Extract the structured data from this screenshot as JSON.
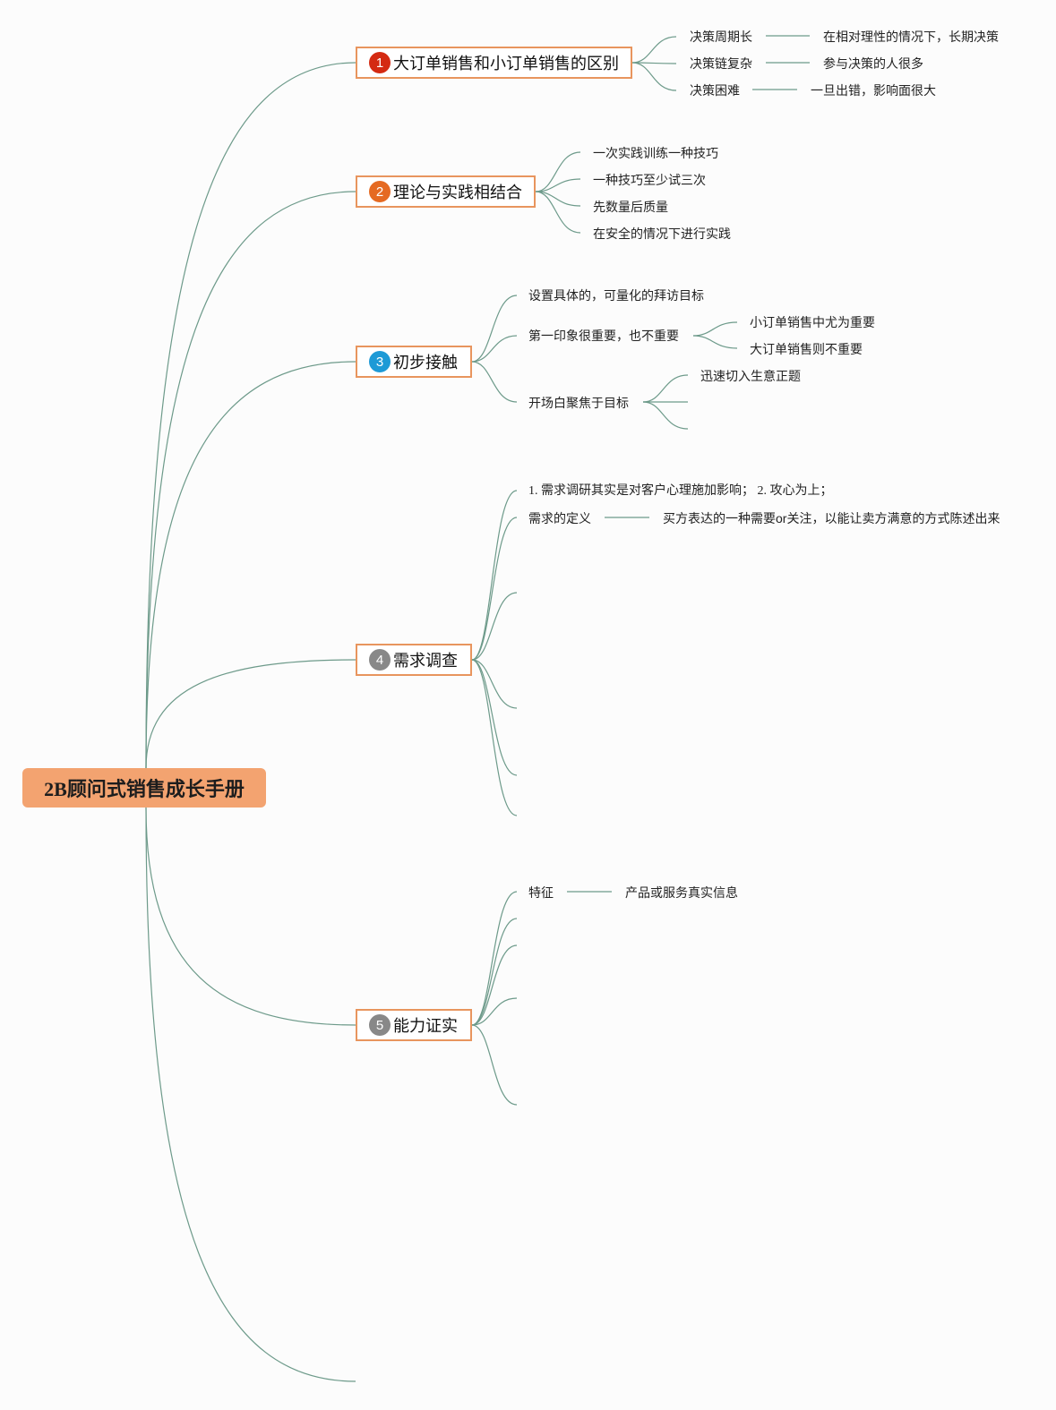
{
  "root": {
    "title": "2B顾问式销售成长手册"
  },
  "topics": [
    {
      "number": "1",
      "badge_color": "#d42a12",
      "title": "大订单销售和小订单销售的区别",
      "items": [
        {
          "label": "决策周期长",
          "detail": "在相对理性的情况下，长期决策"
        },
        {
          "label": "决策链复杂",
          "detail": "参与决策的人很多"
        },
        {
          "label": "决策困难",
          "detail": "一旦出错，影响面很大"
        }
      ]
    },
    {
      "number": "2",
      "badge_color": "#e56a22",
      "title": "理论与实践相结合",
      "items": [
        {
          "label": "一次实践训练一种技巧"
        },
        {
          "label": "一种技巧至少试三次"
        },
        {
          "label": "先数量后质量"
        },
        {
          "label": "在安全的情况下进行实践"
        }
      ]
    },
    {
      "number": "3",
      "badge_color": "#1e9ad6",
      "title": "初步接触",
      "items": [
        {
          "label": "设置具体的，可量化的拜访目标"
        },
        {
          "label": "第一印象很重要，也不重要",
          "children": [
            "小订单销售中尤为重要",
            "大订单销售则不重要"
          ]
        },
        {
          "label": "开场白聚焦于目标",
          "children": [
            "迅速切入生意正题"
          ]
        }
      ]
    },
    {
      "number": "4",
      "badge_color": "#888888",
      "title": "需求调查",
      "items": [
        {
          "label": "1. 需求调研其实是对客户心理施加影响； 2. 攻心为上；"
        },
        {
          "label": "需求的定义",
          "detail": "买方表达的一种需要or关注，以能让卖方满意的方式陈述出来"
        }
      ]
    },
    {
      "number": "5",
      "badge_color": "#888888",
      "title": "能力证实",
      "items": [
        {
          "label": "特征",
          "detail": "产品或服务真实信息"
        }
      ]
    }
  ],
  "colors": {
    "root_fill": "#f3a370",
    "topic_border": "#e8955e",
    "edge": "#6d9a8a"
  }
}
